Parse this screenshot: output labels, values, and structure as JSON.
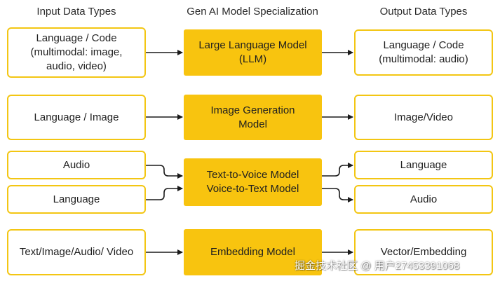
{
  "headers": {
    "input": "Input Data Types",
    "model": "Gen AI Model Specialization",
    "output": "Output Data Types"
  },
  "rows": {
    "llm": {
      "input": "Language / Code\n(multimodal: image,\naudio, video)",
      "model": "Large Language Model\n(LLM)",
      "output": "Language / Code\n(multimodal: audio)"
    },
    "image_gen": {
      "input": "Language / Image",
      "model": "Image Generation\nModel",
      "output": "Image/Video"
    },
    "voice": {
      "input_top": "Audio",
      "input_bottom": "Language",
      "model": "Text-to-Voice Model\nVoice-to-Text Model",
      "output_top": "Language",
      "output_bottom": "Audio"
    },
    "embedding": {
      "input": "Text/Image/Audio/ Video",
      "model": "Embedding Model",
      "output": "Vector/Embedding"
    }
  },
  "watermark": "掘金技术社区 @ 用户2745339106​8",
  "colors": {
    "accent_fill": "#f8c40f",
    "accent_border": "#f3c613",
    "arrow": "#1a1a1a"
  }
}
